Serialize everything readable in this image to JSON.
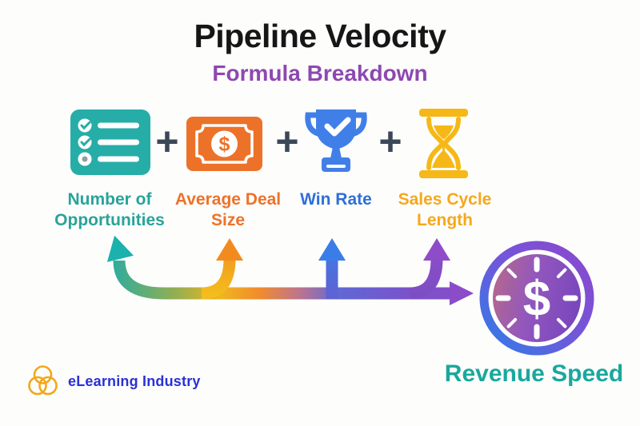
{
  "title": "Pipeline Velocity",
  "subtitle": "Formula Breakdown",
  "formula": {
    "plus": "+",
    "items": [
      {
        "label": "Number of Opportunities",
        "icon": "checklist-icon",
        "color": "#29A399"
      },
      {
        "label": "Average Deal Size",
        "icon": "money-bill-icon",
        "color": "#ED7229",
        "symbol": "$"
      },
      {
        "label": "Win Rate",
        "icon": "trophy-icon",
        "color": "#2E6FD8"
      },
      {
        "label": "Sales Cycle Length",
        "icon": "hourglass-icon",
        "color": "#F5A81C"
      }
    ]
  },
  "result": {
    "label": "Revenue Speed",
    "symbol": "$",
    "color": "#19A89E"
  },
  "footer": {
    "brand": "eLearning Industry"
  },
  "colors": {
    "title": "#161616",
    "subtitle": "#8E48B0",
    "plus": "#3C4858",
    "teal": "#26ADA8",
    "orange": "#ED7229",
    "blue": "#417FE8",
    "gold": "#F5B816",
    "purple": "#8A4CC8",
    "arrow_gradient": [
      "#2EAC9F",
      "#8FAE54",
      "#F0B51F",
      "#F08B2E",
      "#BC7490",
      "#5F68D4",
      "#8A4CC8"
    ],
    "brand_text_blue": "#2A31D6",
    "brand_mark_gold": "#F2A71B"
  }
}
